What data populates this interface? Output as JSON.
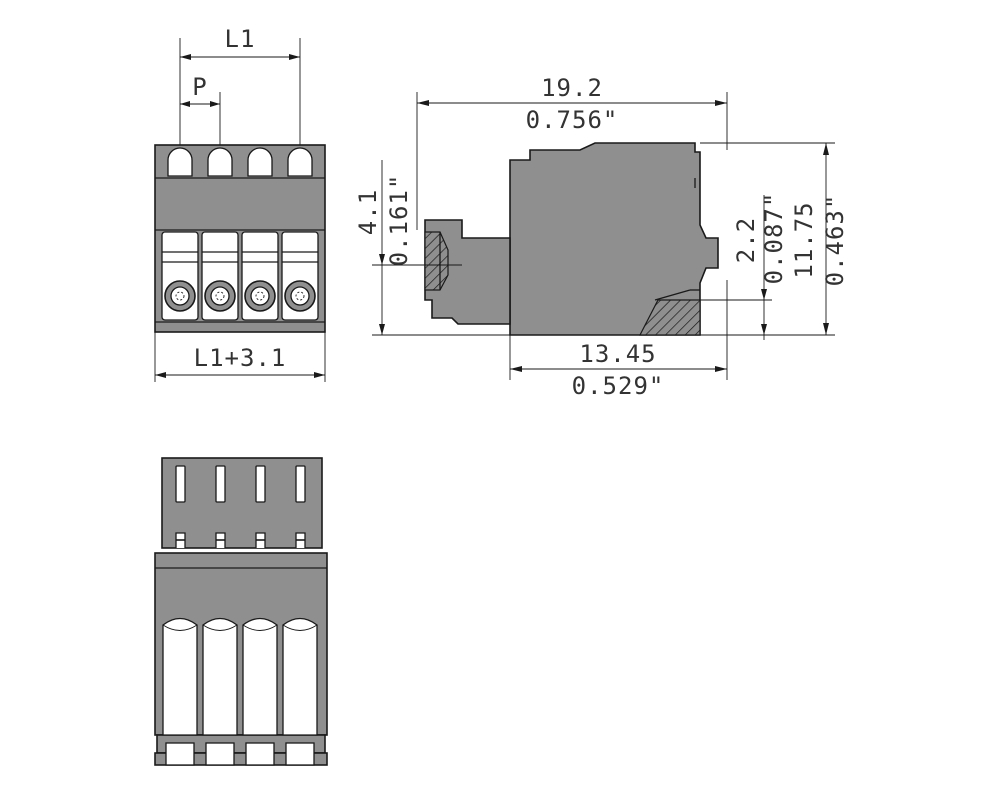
{
  "colors": {
    "body_fill": "#8f8f8f",
    "line": "#1a1a1a",
    "background": "#ffffff"
  },
  "front_view": {
    "pole_count": 4,
    "dim_L1": "L1",
    "dim_P": "P",
    "dim_overall": "L1+3.1"
  },
  "side_view": {
    "length_mm": "19.2",
    "length_in": "0.756\"",
    "depth_mm": "13.45",
    "depth_in": "0.529\"",
    "pin_height_mm": "4.1",
    "pin_height_in": "0.161\"",
    "offset_mm": "2.2",
    "offset_in": "0.087\"",
    "height_mm": "11.75",
    "height_in": "0.463\""
  },
  "top_view": {
    "pole_count": 4
  }
}
